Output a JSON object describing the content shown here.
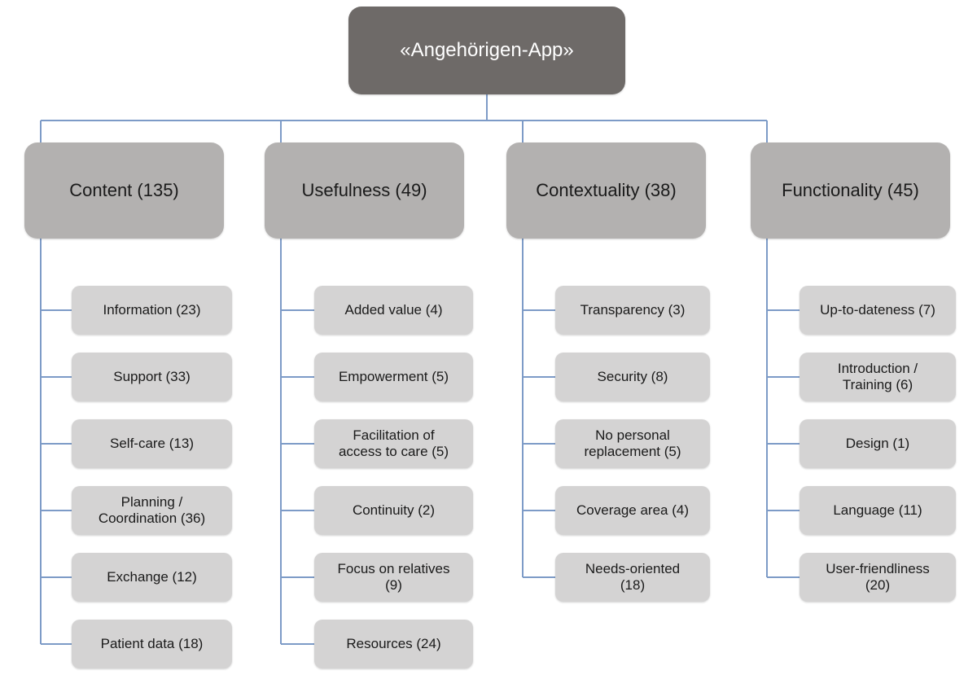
{
  "diagram": {
    "type": "tree",
    "orientation": "top-down-then-vertical-lists",
    "colors": {
      "root_fill": "#6e6a68",
      "root_text": "#ffffff",
      "category_fill": "#b3b1b0",
      "leaf_fill": "#d4d3d3",
      "text": "#1a1a1a",
      "connector": "#7d9bc7",
      "background": "#ffffff"
    },
    "root": {
      "label": "«Angehörigen-App»"
    },
    "categories": [
      {
        "label": "Content (135)",
        "name": "content",
        "count": 135,
        "children": [
          {
            "label": "Information (23)",
            "count": 23
          },
          {
            "label": "Support (33)",
            "count": 33
          },
          {
            "label": "Self-care (13)",
            "count": 13
          },
          {
            "label": "Planning /\nCoordination (36)",
            "count": 36
          },
          {
            "label": "Exchange (12)",
            "count": 12
          },
          {
            "label": "Patient data (18)",
            "count": 18
          }
        ]
      },
      {
        "label": "Usefulness (49)",
        "name": "usefulness",
        "count": 49,
        "children": [
          {
            "label": "Added value (4)",
            "count": 4
          },
          {
            "label": "Empowerment (5)",
            "count": 5
          },
          {
            "label": "Facilitation of\naccess to care (5)",
            "count": 5
          },
          {
            "label": "Continuity (2)",
            "count": 2
          },
          {
            "label": "Focus on relatives\n(9)",
            "count": 9
          },
          {
            "label": "Resources (24)",
            "count": 24
          }
        ]
      },
      {
        "label": "Contextuality (38)",
        "name": "contextuality",
        "count": 38,
        "children": [
          {
            "label": "Transparency (3)",
            "count": 3
          },
          {
            "label": "Security (8)",
            "count": 8
          },
          {
            "label": "No personal\nreplacement (5)",
            "count": 5
          },
          {
            "label": "Coverage area (4)",
            "count": 4
          },
          {
            "label": "Needs-oriented\n(18)",
            "count": 18
          }
        ]
      },
      {
        "label": "Functionality (45)",
        "name": "functionality",
        "count": 45,
        "children": [
          {
            "label": "Up-to-dateness (7)",
            "count": 7
          },
          {
            "label": "Introduction /\nTraining (6)",
            "count": 6
          },
          {
            "label": "Design (1)",
            "count": 1
          },
          {
            "label": "Language (11)",
            "count": 11
          },
          {
            "label": "User-friendliness\n(20)",
            "count": 20
          }
        ]
      }
    ]
  }
}
